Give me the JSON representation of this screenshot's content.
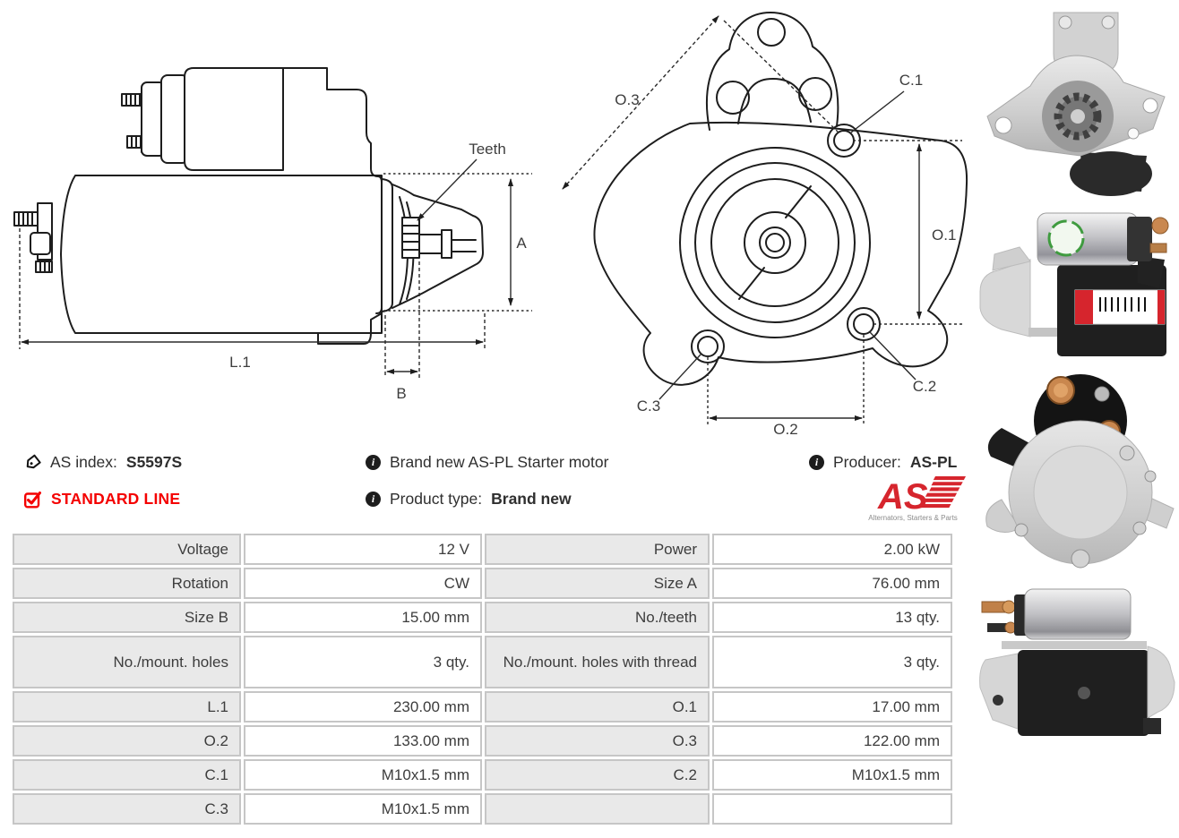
{
  "colors": {
    "brand_red": "#d6252d",
    "standard_line_red": "#f40000",
    "table_label_bg": "#e9e9e9",
    "table_border": "#c6c6c6",
    "drawing_line": "#1d1d1d"
  },
  "icons": {
    "info_glyph": "i"
  },
  "info": {
    "as_index_label": "AS index:",
    "as_index_value": "S5597S",
    "standard_line_label": "STANDARD LINE",
    "brand_new_text": "Brand new AS-PL Starter motor",
    "product_type_label": "Product type:",
    "product_type_value": "Brand new",
    "producer_label": "Producer:",
    "producer_value": "AS-PL",
    "logo_text": "AS",
    "logo_tagline": "Alternators, Starters & Parts"
  },
  "side_drawing": {
    "labels": {
      "teeth": "Teeth",
      "a": "A",
      "l1": "L.1",
      "b": "B"
    }
  },
  "front_drawing": {
    "labels": {
      "o3": "O.3",
      "c1": "C.1",
      "o1": "O.1",
      "o2": "O.2",
      "c2": "C.2",
      "c3": "C.3"
    }
  },
  "spec_table": {
    "rows": [
      {
        "l1": "Voltage",
        "v1": "12 V",
        "l2": "Power",
        "v2": "2.00 kW"
      },
      {
        "l1": "Rotation",
        "v1": "CW",
        "l2": "Size A",
        "v2": "76.00 mm"
      },
      {
        "l1": "Size B",
        "v1": "15.00 mm",
        "l2": "No./teeth",
        "v2": "13 qty."
      },
      {
        "l1": "No./mount. holes",
        "v1": "3 qty.",
        "l2": "No./mount. holes with thread",
        "v2": "3 qty."
      },
      {
        "l1": "L.1",
        "v1": "230.00 mm",
        "l2": "O.1",
        "v2": "17.00 mm"
      },
      {
        "l1": "O.2",
        "v1": "133.00 mm",
        "l2": "O.3",
        "v2": "122.00 mm"
      },
      {
        "l1": "C.1",
        "v1": "M10x1.5 mm",
        "l2": "C.2",
        "v2": "M10x1.5 mm"
      },
      {
        "l1": "C.3",
        "v1": "M10x1.5 mm",
        "l2": "",
        "v2": ""
      }
    ]
  }
}
